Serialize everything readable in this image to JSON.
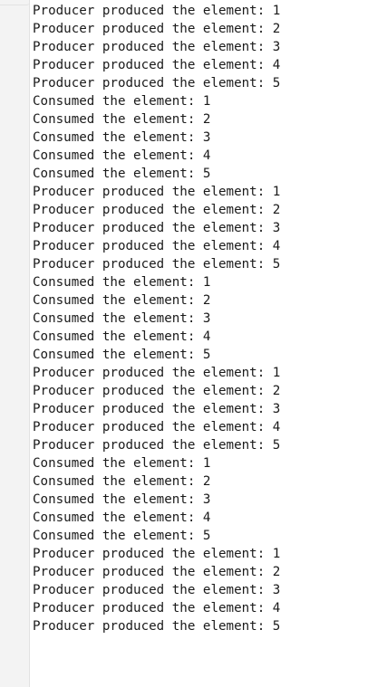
{
  "console": {
    "lines": [
      "Producer produced the element: 1",
      "Producer produced the element: 2",
      "Producer produced the element: 3",
      "Producer produced the element: 4",
      "Producer produced the element: 5",
      "Consumed the element: 1",
      "Consumed the element: 2",
      "Consumed the element: 3",
      "Consumed the element: 4",
      "Consumed the element: 5",
      "Producer produced the element: 1",
      "Producer produced the element: 2",
      "Producer produced the element: 3",
      "Producer produced the element: 4",
      "Producer produced the element: 5",
      "Consumed the element: 1",
      "Consumed the element: 2",
      "Consumed the element: 3",
      "Consumed the element: 4",
      "Consumed the element: 5",
      "Producer produced the element: 1",
      "Producer produced the element: 2",
      "Producer produced the element: 3",
      "Producer produced the element: 4",
      "Producer produced the element: 5",
      "Consumed the element: 1",
      "Consumed the element: 2",
      "Consumed the element: 3",
      "Consumed the element: 4",
      "Consumed the element: 5",
      "Producer produced the element: 1",
      "Producer produced the element: 2",
      "Producer produced the element: 3",
      "Producer produced the element: 4",
      "Producer produced the element: 5"
    ]
  }
}
